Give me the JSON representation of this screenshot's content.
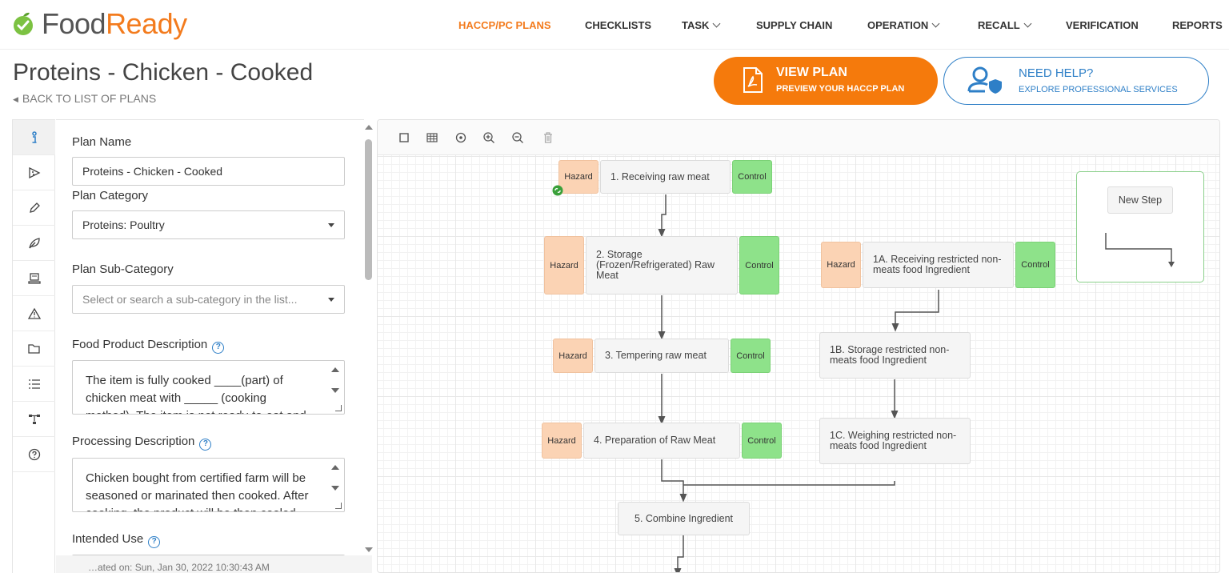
{
  "brand": {
    "part1": "Food",
    "part2": "Ready",
    "accent": "#f37b1d"
  },
  "nav": [
    {
      "label": "HACCP/PC PLANS",
      "active": true,
      "chevron": false
    },
    {
      "label": "CHECKLISTS",
      "chevron": false
    },
    {
      "label": "TASK",
      "chevron": true
    },
    {
      "label": "SUPPLY CHAIN",
      "chevron": false
    },
    {
      "label": "OPERATION",
      "chevron": true
    },
    {
      "label": "RECALL",
      "chevron": true
    },
    {
      "label": "VERIFICATION",
      "chevron": false
    },
    {
      "label": "REPORTS",
      "chevron": false
    }
  ],
  "page": {
    "title": "Proteins - Chicken - Cooked",
    "back_label": "BACK TO LIST OF PLANS"
  },
  "view_plan": {
    "title": "VIEW PLAN",
    "subtitle": "PREVIEW YOUR HACCP PLAN",
    "icon": "pdf-icon"
  },
  "need_help": {
    "title": "NEED HELP?",
    "subtitle": "EXPLORE PROFESSIONAL SERVICES",
    "icon": "user-shield-icon"
  },
  "sidebar_icons": [
    "info-icon",
    "pizza-icon",
    "pen-icon",
    "leaf-icon",
    "machine-icon",
    "warning-icon",
    "folder-icon",
    "list-icon",
    "flowchart-icon",
    "help-icon"
  ],
  "form": {
    "plan_name_label": "Plan Name",
    "plan_name_value": "Proteins - Chicken - Cooked",
    "plan_category_label": "Plan Category",
    "plan_category_value": "Proteins: Poultry",
    "plan_subcategory_label": "Plan Sub-Category",
    "plan_subcategory_placeholder": "Select or search a sub-category in the list...",
    "food_desc_label": "Food Product Description",
    "food_desc_value": "The item is fully cooked ____(part) of chicken meat with _____ (cooking method). The item is not ready-to-eat and",
    "processing_label": "Processing Description",
    "processing_value": "Chicken bought from certified farm will be seasoned or marinated then cooked. After cooking, the product will be then cooled",
    "intended_use_label": "Intended Use",
    "footer_text": "…ated on: Sun, Jan 30, 2022 10:30:43 AM"
  },
  "flow": {
    "hazard_label": "Hazard",
    "control_label": "Control",
    "steps": {
      "s1": "1. Receiving raw meat",
      "s2": "2. Storage (Frozen/Refrigerated) Raw Meat",
      "s3": "3. Tempering raw meat",
      "s4": "4. Preparation of Raw Meat",
      "s5": "5. Combine Ingredient",
      "s1a": "1A. Receiving restricted non-meats food Ingredient",
      "s1b": "1B. Storage restricted non-meats food Ingredient",
      "s1c": "1C. Weighing restricted non-meats food Ingredient"
    },
    "new_step_label": "New Step"
  },
  "colors": {
    "hazard": "#fbd3b4",
    "control": "#8ee28a",
    "primary_button": "#f57a0c",
    "help_blue": "#2e7fc7"
  }
}
